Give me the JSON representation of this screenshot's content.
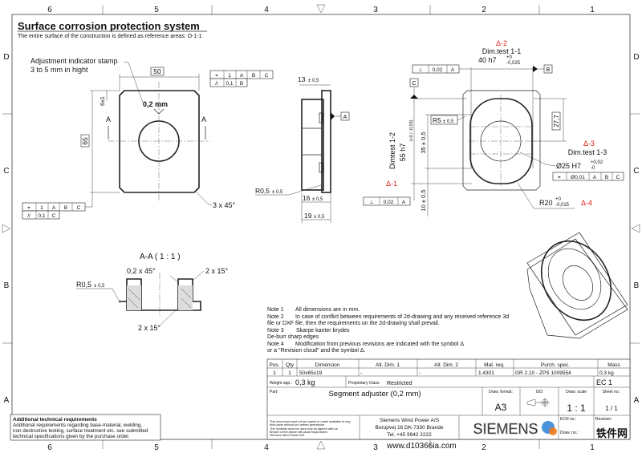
{
  "frame": {
    "columns": [
      "6",
      "5",
      "4",
      "3",
      "2",
      "1"
    ],
    "rows": [
      "D",
      "C",
      "B",
      "A"
    ]
  },
  "header": {
    "title": "Surface corrosion protection system",
    "subtitle": "The entire surface of the construction is defined as reference areas: O-1-1"
  },
  "front_view": {
    "stamp_note_line1": "Adjustment indicator stamp",
    "stamp_note_line2": "3 to 5 mm in hight",
    "stamp_text": "0,2 mm",
    "width_dim": "50",
    "height_dim": "65",
    "top_offset_dim": "6±1",
    "section_mark": "A",
    "chamfer": "3 x 45°",
    "fcf_top": [
      [
        "⌖",
        "1",
        "A",
        "B",
        "C"
      ],
      [
        "//",
        "0,1",
        "B"
      ]
    ],
    "fcf_bottom": [
      [
        "⌖",
        "1",
        "A",
        "B",
        "C"
      ],
      [
        "//",
        "0,1",
        "C"
      ]
    ]
  },
  "side_view": {
    "dim_top": "13",
    "dim_top_tol": "± 0,5",
    "datum": "A",
    "radius": "R0,5",
    "radius_tol": "± 0,5",
    "dim_16": "16",
    "dim_16_tol": "± 0,5",
    "dim_19": "19",
    "dim_19_tol": "± 0,5"
  },
  "right_view": {
    "rev2": "Δ-2",
    "dimtest11": "Dim.test 1-1",
    "dim40": "40 h7",
    "dim40_tol_upper": "+0",
    "dim40_tol_lower": "-0,025",
    "fcf_top": [
      "⊥",
      "0,02",
      "A"
    ],
    "datum_b": "B",
    "datum_c": "C",
    "r5": "R5",
    "r5_tol": "± 0,5",
    "dim277": "27,7",
    "dimtest12": "Dimtest 1-2",
    "dim55": "55 h7",
    "dim55_tol": "(+0 / -0,03)",
    "rev1": "Δ-1",
    "dim35": "35 ± 0,5",
    "dim10": "10 ± 0,5",
    "rev3": "Δ-3",
    "dimtest13": "Dim.test 1-3",
    "dia25": "Ø25 H7",
    "dia25_tol_upper": "+0,02",
    "dia25_tol_lower": "-0",
    "fcf_pos": [
      "⌖",
      "Ø0,01",
      "A",
      "B",
      "C"
    ],
    "fcf_bottom": [
      "⊥",
      "0,02",
      "A"
    ],
    "r20": "R20",
    "r20_tol_upper": "+0",
    "r20_tol_lower": "-0,015",
    "rev4": "Δ-4"
  },
  "section": {
    "title": "A-A ( 1 : 1 )",
    "chamfer1": "0,2 x 45°",
    "chamfer2": "2 x 15°",
    "chamfer3": "2 x 15°",
    "radius": "R0,5",
    "radius_tol": "± 0,5"
  },
  "notes": [
    {
      "label": "Note 1",
      "text": "All dimensions are in mm."
    },
    {
      "label": "Note 2",
      "text": "In case of conflict between requirements of 2d-drawing and any received reference 3d",
      "text2": "file or DXF file, then the requirements on the 2d-drawing shall prevail."
    },
    {
      "label": "Note 3",
      "text": "Skarpe kanter brydes",
      "text2": "De-burr sharp edges"
    },
    {
      "label": "Note 4",
      "text": "Modification from previous revisions are indicated with the symbol Δ",
      "text2": "or a \"Revision cloud\" and the symbol Δ."
    }
  ],
  "additional": {
    "title": "Additional technical requirements",
    "lines": [
      "Additional requirements regarding base-material, welding,",
      "non destructive testing, surface treatment etc. see submitted",
      "technical specifications given by the purchase order."
    ]
  },
  "title_block": {
    "headers": [
      "Pos.",
      "Qty",
      "Dimension",
      "Alt. Dim. 1",
      "Alt. Dim. 2",
      "Mat. req.",
      "Purch. spec.",
      "Mass"
    ],
    "row": [
      "1",
      "1",
      "50x65x19",
      "-",
      "-",
      "1.4301",
      "GR 2.10 - ZPS 1009554",
      "0,3 kg"
    ],
    "weight_label": "Weight app.:",
    "weight_value": "0,3 kg",
    "proprietary_label": "Proprietary Class:",
    "proprietary_value": "Restricted",
    "ec": "EC 1",
    "part_label": "Part:",
    "part_name": "Segment adjuster (0,2 mm)",
    "format_label": "Draw. format:",
    "format_value": "A3",
    "iso_label": "ISO",
    "scale_label": "Draw. scale",
    "scale_value": "1 : 1",
    "sheet_label": "Sheet no.:",
    "sheet_value": "1 / 1",
    "notice": [
      "This document must not be copied or made available to any",
      "third party without our written permission.",
      "The contents must be used only as agreed with us.",
      "Breach of the above will cause legal action.",
      "Siemens Wind Power A/S"
    ],
    "company": "Siemens Wind Power A/S",
    "address": "Borupvej 16 DK-7330 Brande",
    "phone": "Tel. +45 9942 2222",
    "logo": "SIEMENS",
    "ecn_label": "ECN no.:",
    "revision_label": "Revision:",
    "draw_no_label": "Draw. no.:"
  },
  "watermark": {
    "cn": "铁件网",
    "url": "www.d10366ia.com"
  }
}
